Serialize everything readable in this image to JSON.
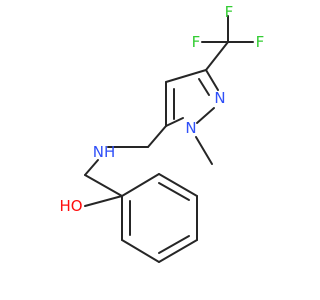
{
  "molecule": {
    "atoms": {
      "f_top": {
        "label": "F",
        "color": "#33cc33"
      },
      "f_right": {
        "label": "F",
        "color": "#33cc33"
      },
      "f_left": {
        "label": "F",
        "color": "#33cc33"
      },
      "n_ring": {
        "label": "N",
        "color": "#3050f8"
      },
      "n_methyl": {
        "label": "N",
        "color": "#3050f8"
      },
      "nh_amine": {
        "label": "NH",
        "color": "#3050f8"
      },
      "oh": {
        "label": "HO",
        "color": "#ff0d0d"
      }
    },
    "bond_color": "#262626"
  }
}
